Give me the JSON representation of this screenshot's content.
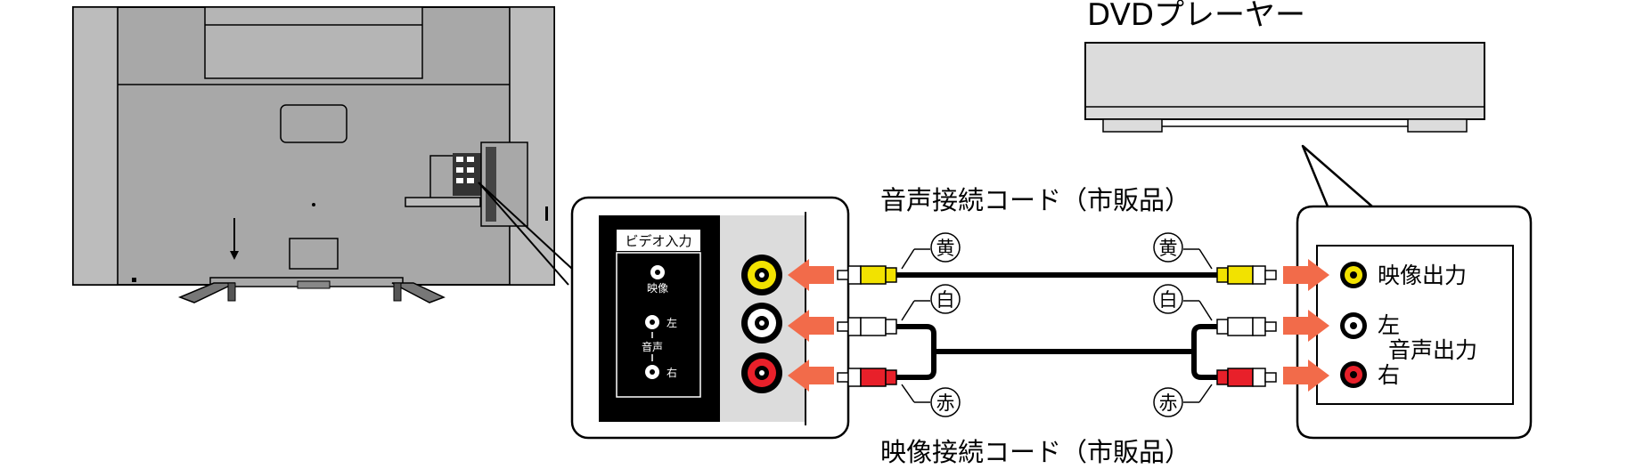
{
  "dvd_player": {
    "title": "DVDプレーヤー"
  },
  "tv_panel": {
    "header": "ビデオ入力",
    "video": "映像",
    "left": "左",
    "audio": "音声",
    "right": "右"
  },
  "dvd_panel": {
    "video_out": "映像出力",
    "left": "左",
    "audio_out": "音声出力",
    "right": "右"
  },
  "cables": {
    "audio_cable": "音声接続コード（市販品）",
    "video_cable": "映像接続コード（市販品）",
    "yellow": "黄",
    "white": "白",
    "red": "赤"
  },
  "colors": {
    "yellow": "#f2e200",
    "red": "#e8202a",
    "arrow": "#f26b4a",
    "panel_gray": "#a9a9a9",
    "light_gray": "#dcdcdc"
  }
}
